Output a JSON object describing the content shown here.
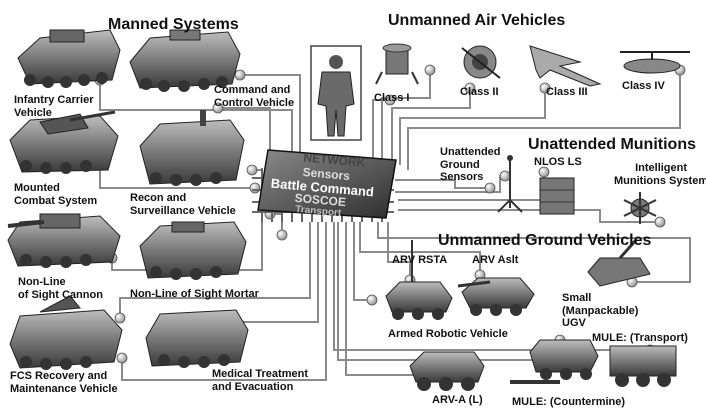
{
  "headings": {
    "manned": "Manned Systems",
    "uav": "Unmanned Air Vehicles",
    "munitions": "Unattended Munitions",
    "ugv": "Unmanned Ground Vehicles"
  },
  "hub": {
    "top": "NETWORK",
    "line1": "Sensors",
    "line2": "Battle Command",
    "line3": "SOSCOE",
    "line4": "Transport"
  },
  "manned": [
    {
      "name": "Infantry Carrier",
      "name2": "Vehicle"
    },
    {
      "name": "Command and",
      "name2": "Control Vehicle"
    },
    {
      "name": "Mounted",
      "name2": "Combat System"
    },
    {
      "name": "Recon and",
      "name2": "Surveillance Vehicle"
    },
    {
      "name": "Non-Line",
      "name2": "of Sight Cannon"
    },
    {
      "name": "Non-Line of Sight Mortar"
    },
    {
      "name": "FCS Recovery and",
      "name2": "Maintenance Vehicle"
    },
    {
      "name": "Medical Treatment",
      "name2": "and Evacuation"
    }
  ],
  "uav": [
    {
      "name": "Class I"
    },
    {
      "name": "Class II"
    },
    {
      "name": "Class III"
    },
    {
      "name": "Class IV"
    }
  ],
  "munitions": [
    {
      "name": "Unattended",
      "name2": "Ground",
      "name3": "Sensors"
    },
    {
      "name": "NLOS LS"
    },
    {
      "name": "Intelligent",
      "name2": "Munitions System"
    }
  ],
  "ugv": [
    {
      "name": "ARV RSTA"
    },
    {
      "name": "ARV Aslt"
    },
    {
      "name": "Armed Robotic Vehicle"
    },
    {
      "name": "Small",
      "name2": "(Manpackable)",
      "name3": "UGV"
    },
    {
      "name": "MULE: (Transport)"
    },
    {
      "name": "ARV-A (L)"
    },
    {
      "name": "MULE: (Countermine)"
    }
  ]
}
